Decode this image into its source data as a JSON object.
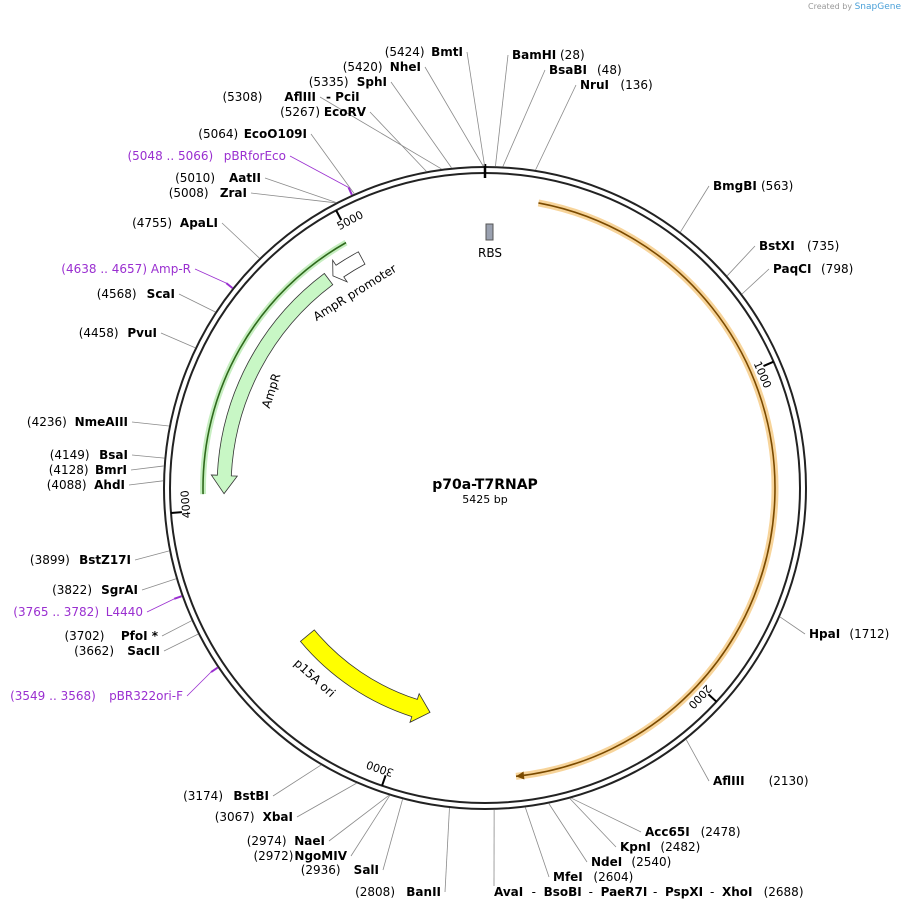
{
  "credit": {
    "prefix": "Created by",
    "brand": "SnapGene"
  },
  "plasmid": {
    "name": "p70a-T7RNAP",
    "length_label": "5425 bp",
    "length": 5425
  },
  "features": [
    {
      "id": "t7rnap",
      "start": 160,
      "end": 2620,
      "direction": "forward",
      "color": "#f4b452",
      "label": ""
    },
    {
      "id": "ampr-promoter",
      "start": 4888,
      "end": 5000,
      "direction": "reverse",
      "color": "#ffffff",
      "label": "AmpR promoter"
    },
    {
      "id": "ampr",
      "start": 4050,
      "end": 4870,
      "direction": "reverse",
      "color": "#c8f7c5",
      "label": "AmpR"
    },
    {
      "id": "p15a-ori",
      "start": 2920,
      "end": 3470,
      "direction": "reverse",
      "color": "#ffff00",
      "label": "p15A ori"
    }
  ],
  "rbs": {
    "label": "RBS",
    "position": 20
  },
  "ticks": [
    {
      "label": "1000",
      "position": 1000
    },
    {
      "label": "2000",
      "position": 2000
    },
    {
      "label": "3000",
      "position": 3000
    },
    {
      "label": "4000",
      "position": 4000
    },
    {
      "label": "5000",
      "position": 5000
    }
  ],
  "sites_right": [
    {
      "name": "BamHI",
      "num": "(28)",
      "pos": 28
    },
    {
      "name": "BsaBI",
      "num": "(48)",
      "pos": 48
    },
    {
      "name": "NruI",
      "num": "(136)",
      "pos": 136
    },
    {
      "name": "BmgBI",
      "num": "(563)",
      "pos": 563
    },
    {
      "name": "BstXI",
      "num": "(735)",
      "pos": 735
    },
    {
      "name": "PaqCI",
      "num": "(798)",
      "pos": 798
    },
    {
      "name": "HpaI",
      "num": "(1712)",
      "pos": 1712
    },
    {
      "name": "AflIII",
      "num": "(2130)",
      "pos": 2130
    },
    {
      "name": "Acc65I",
      "num": "(2478)",
      "pos": 2478
    },
    {
      "name": "KpnI",
      "num": "(2482)",
      "pos": 2482
    },
    {
      "name": "NdeI",
      "num": "(2540)",
      "pos": 2540
    },
    {
      "name": "MfeI",
      "num": "(2604)",
      "pos": 2604
    }
  ],
  "sites_left": [
    {
      "name": "BmtI",
      "num": "(5424)",
      "pos": 5424
    },
    {
      "name": "NheI",
      "num": "(5420)",
      "pos": 5420
    },
    {
      "name": "SphI",
      "num": "(5335)",
      "pos": 5335
    },
    {
      "name": "AflIII",
      "num": "(5308)",
      "pos": 5308,
      "extra": "- PciI"
    },
    {
      "name": "EcoRV",
      "num": "(5267)",
      "pos": 5267
    },
    {
      "name": "EcoO109I",
      "num": "(5064)",
      "pos": 5064
    },
    {
      "name": "AatII",
      "num": "(5010)",
      "pos": 5010
    },
    {
      "name": "ZraI",
      "num": "(5008)",
      "pos": 5008
    },
    {
      "name": "ApaLI",
      "num": "(4755)",
      "pos": 4755
    },
    {
      "name": "ScaI",
      "num": "(4568)",
      "pos": 4568
    },
    {
      "name": "PvuI",
      "num": "(4458)",
      "pos": 4458
    },
    {
      "name": "NmeAIII",
      "num": "(4236)",
      "pos": 4236
    },
    {
      "name": "BsaI",
      "num": "(4149)",
      "pos": 4149
    },
    {
      "name": "BmrI",
      "num": "(4128)",
      "pos": 4128
    },
    {
      "name": "AhdI",
      "num": "(4088)",
      "pos": 4088
    },
    {
      "name": "BstZ17I",
      "num": "(3899)",
      "pos": 3899
    },
    {
      "name": "SgrAI",
      "num": "(3822)",
      "pos": 3822
    },
    {
      "name": "PfoI *",
      "num": "(3702)",
      "pos": 3702
    },
    {
      "name": "SacII",
      "num": "(3662)",
      "pos": 3662
    },
    {
      "name": "BstBI",
      "num": "(3174)",
      "pos": 3174
    },
    {
      "name": "XbaI",
      "num": "(3067)",
      "pos": 3067
    },
    {
      "name": "NaeI",
      "num": "(2974)",
      "pos": 2974
    },
    {
      "name": "NgoMIV",
      "num": "(2972)",
      "pos": 2972
    },
    {
      "name": "SalI",
      "num": "(2936)",
      "pos": 2936
    },
    {
      "name": "BanII",
      "num": "(2808)",
      "pos": 2808
    }
  ],
  "bottom_combo": {
    "pos": 2688,
    "num": "(2688)",
    "names": [
      "AvaI",
      "BsoBI",
      "PaeR7I",
      "PspXI",
      "XhoI"
    ]
  },
  "primers": [
    {
      "range": "(5048 .. 5066)",
      "name": "pBRforEco",
      "pos": 5057
    },
    {
      "range": "(4638 .. 4657)",
      "name": "Amp-R",
      "pos": 4647
    },
    {
      "range": "(3765 .. 3782)",
      "name": "L4440",
      "pos": 3773
    },
    {
      "range": "(3549 .. 3568)",
      "name": "pBR322ori-F",
      "pos": 3558
    }
  ]
}
